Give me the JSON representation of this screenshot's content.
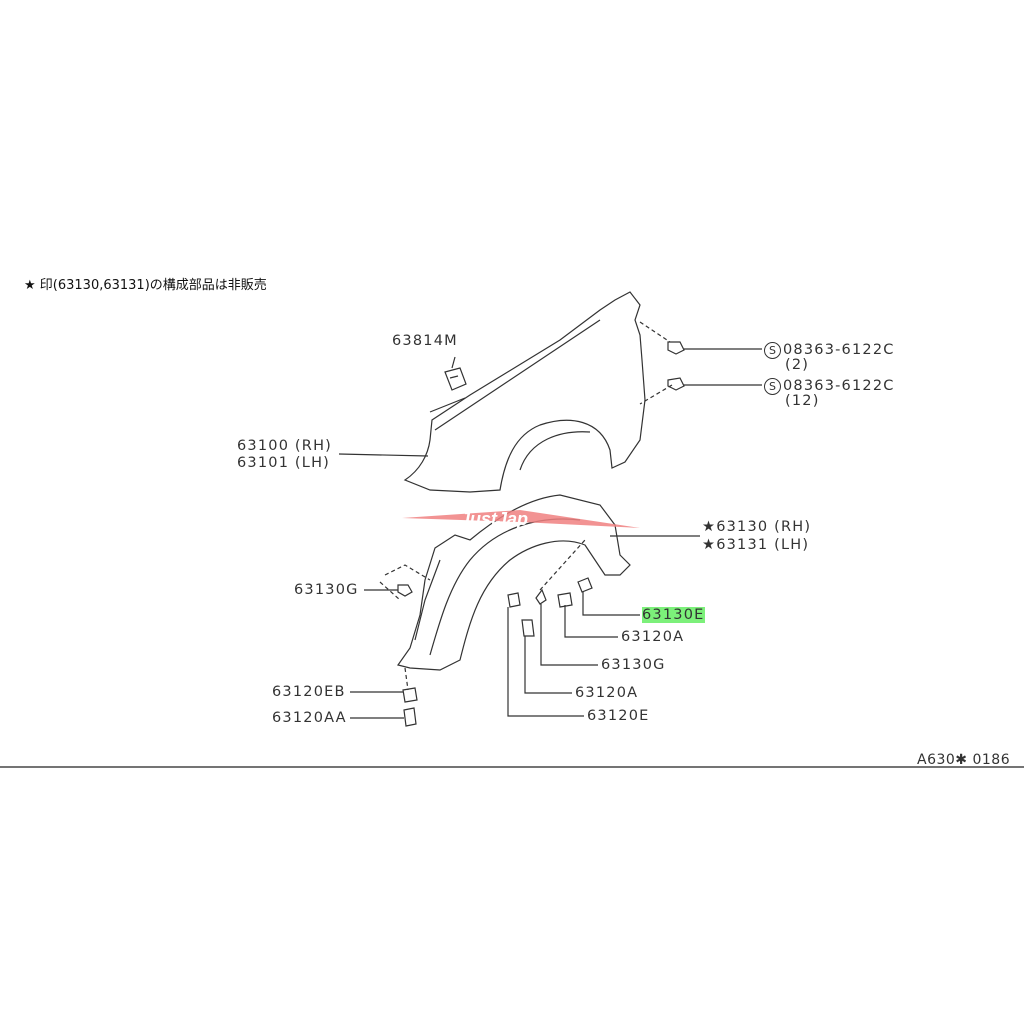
{
  "note": "★ 印(63130,63131)の構成部品は非販売",
  "watermark": "JustJap",
  "labels": {
    "p63814M": "63814M",
    "screw1_code": "08363-6122C",
    "screw1_qty": "(2)",
    "screw2_code": "08363-6122C",
    "screw2_qty": "(12)",
    "screw_symbol": "S",
    "fender_rh": "63100 (RH)",
    "fender_lh": "63101 (LH)",
    "liner_rh": "★63130 (RH)",
    "liner_lh": "★63131 (LH)",
    "p63130G_left": "63130G",
    "p63130E": "63130E",
    "p63120A_1": "63120A",
    "p63130G_right": "63130G",
    "p63120A_2": "63120A",
    "p63120EB": "63120EB",
    "p63120E": "63120E",
    "p63120AA": "63120AA"
  },
  "diagram_code": "A630✱ 0186",
  "colors": {
    "highlight": "#7cf07a",
    "watermark": "#f08080"
  }
}
